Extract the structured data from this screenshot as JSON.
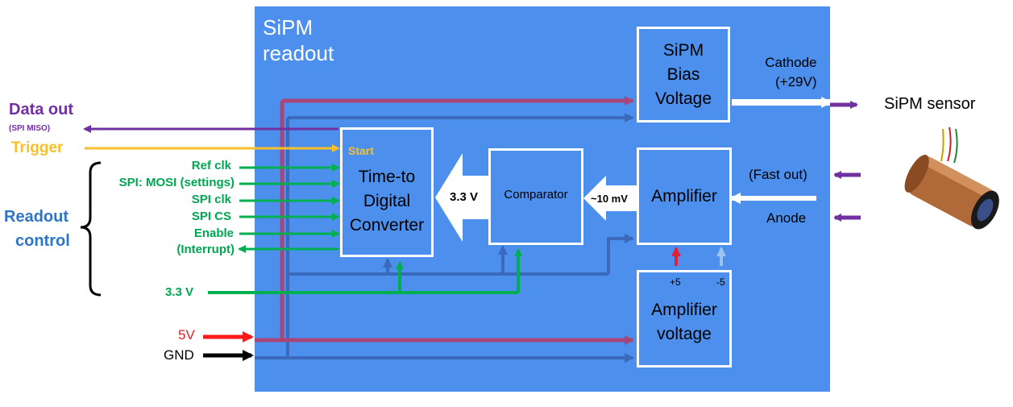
{
  "module": {
    "title_line1": "SiPM",
    "title_line2": "readout"
  },
  "blocks": {
    "bias": {
      "line1": "SiPM",
      "line2": "Bias",
      "line3": "Voltage"
    },
    "tdc": {
      "start": "Start",
      "line1": "Time-to",
      "line2": "Digital",
      "line3": "Converter"
    },
    "comparator": {
      "label": "Comparator"
    },
    "amplifier": {
      "label": "Amplifier"
    },
    "amp_voltage": {
      "line1": "Amplifier",
      "line2": "voltage",
      "plus": "+5",
      "minus": "-5"
    }
  },
  "signals": {
    "tdc_to_comp": "3.3 V",
    "amp_to_comp": "~10 mV",
    "cathode_line1": "Cathode",
    "cathode_line2": "(+29V)",
    "fast_out": "(Fast out)",
    "anode": "Anode"
  },
  "external": {
    "data_out": "Data out",
    "spi_miso": "(SPI MISO)",
    "trigger": "Trigger",
    "readout_control_line1": "Readout",
    "readout_control_line2": "control",
    "ref_clk": "Ref clk",
    "spi_mosi": "SPI: MOSI (settings)",
    "spi_clk": "SPI clk",
    "spi_cs": "SPI CS",
    "enable": "Enable",
    "interrupt": "(Interrupt)",
    "v33": "3.3 V",
    "v5": "5V",
    "gnd": "GND",
    "sensor": "SiPM sensor"
  },
  "colors": {
    "module_bg": "#4d8fed",
    "purple": "#7030a0",
    "yellow": "#f6c02b",
    "green": "#00a651",
    "blue_text": "#2e75c8",
    "red": "#e31e24",
    "dark_blue_line": "#3a66b8",
    "red_line": "#a8467a"
  }
}
